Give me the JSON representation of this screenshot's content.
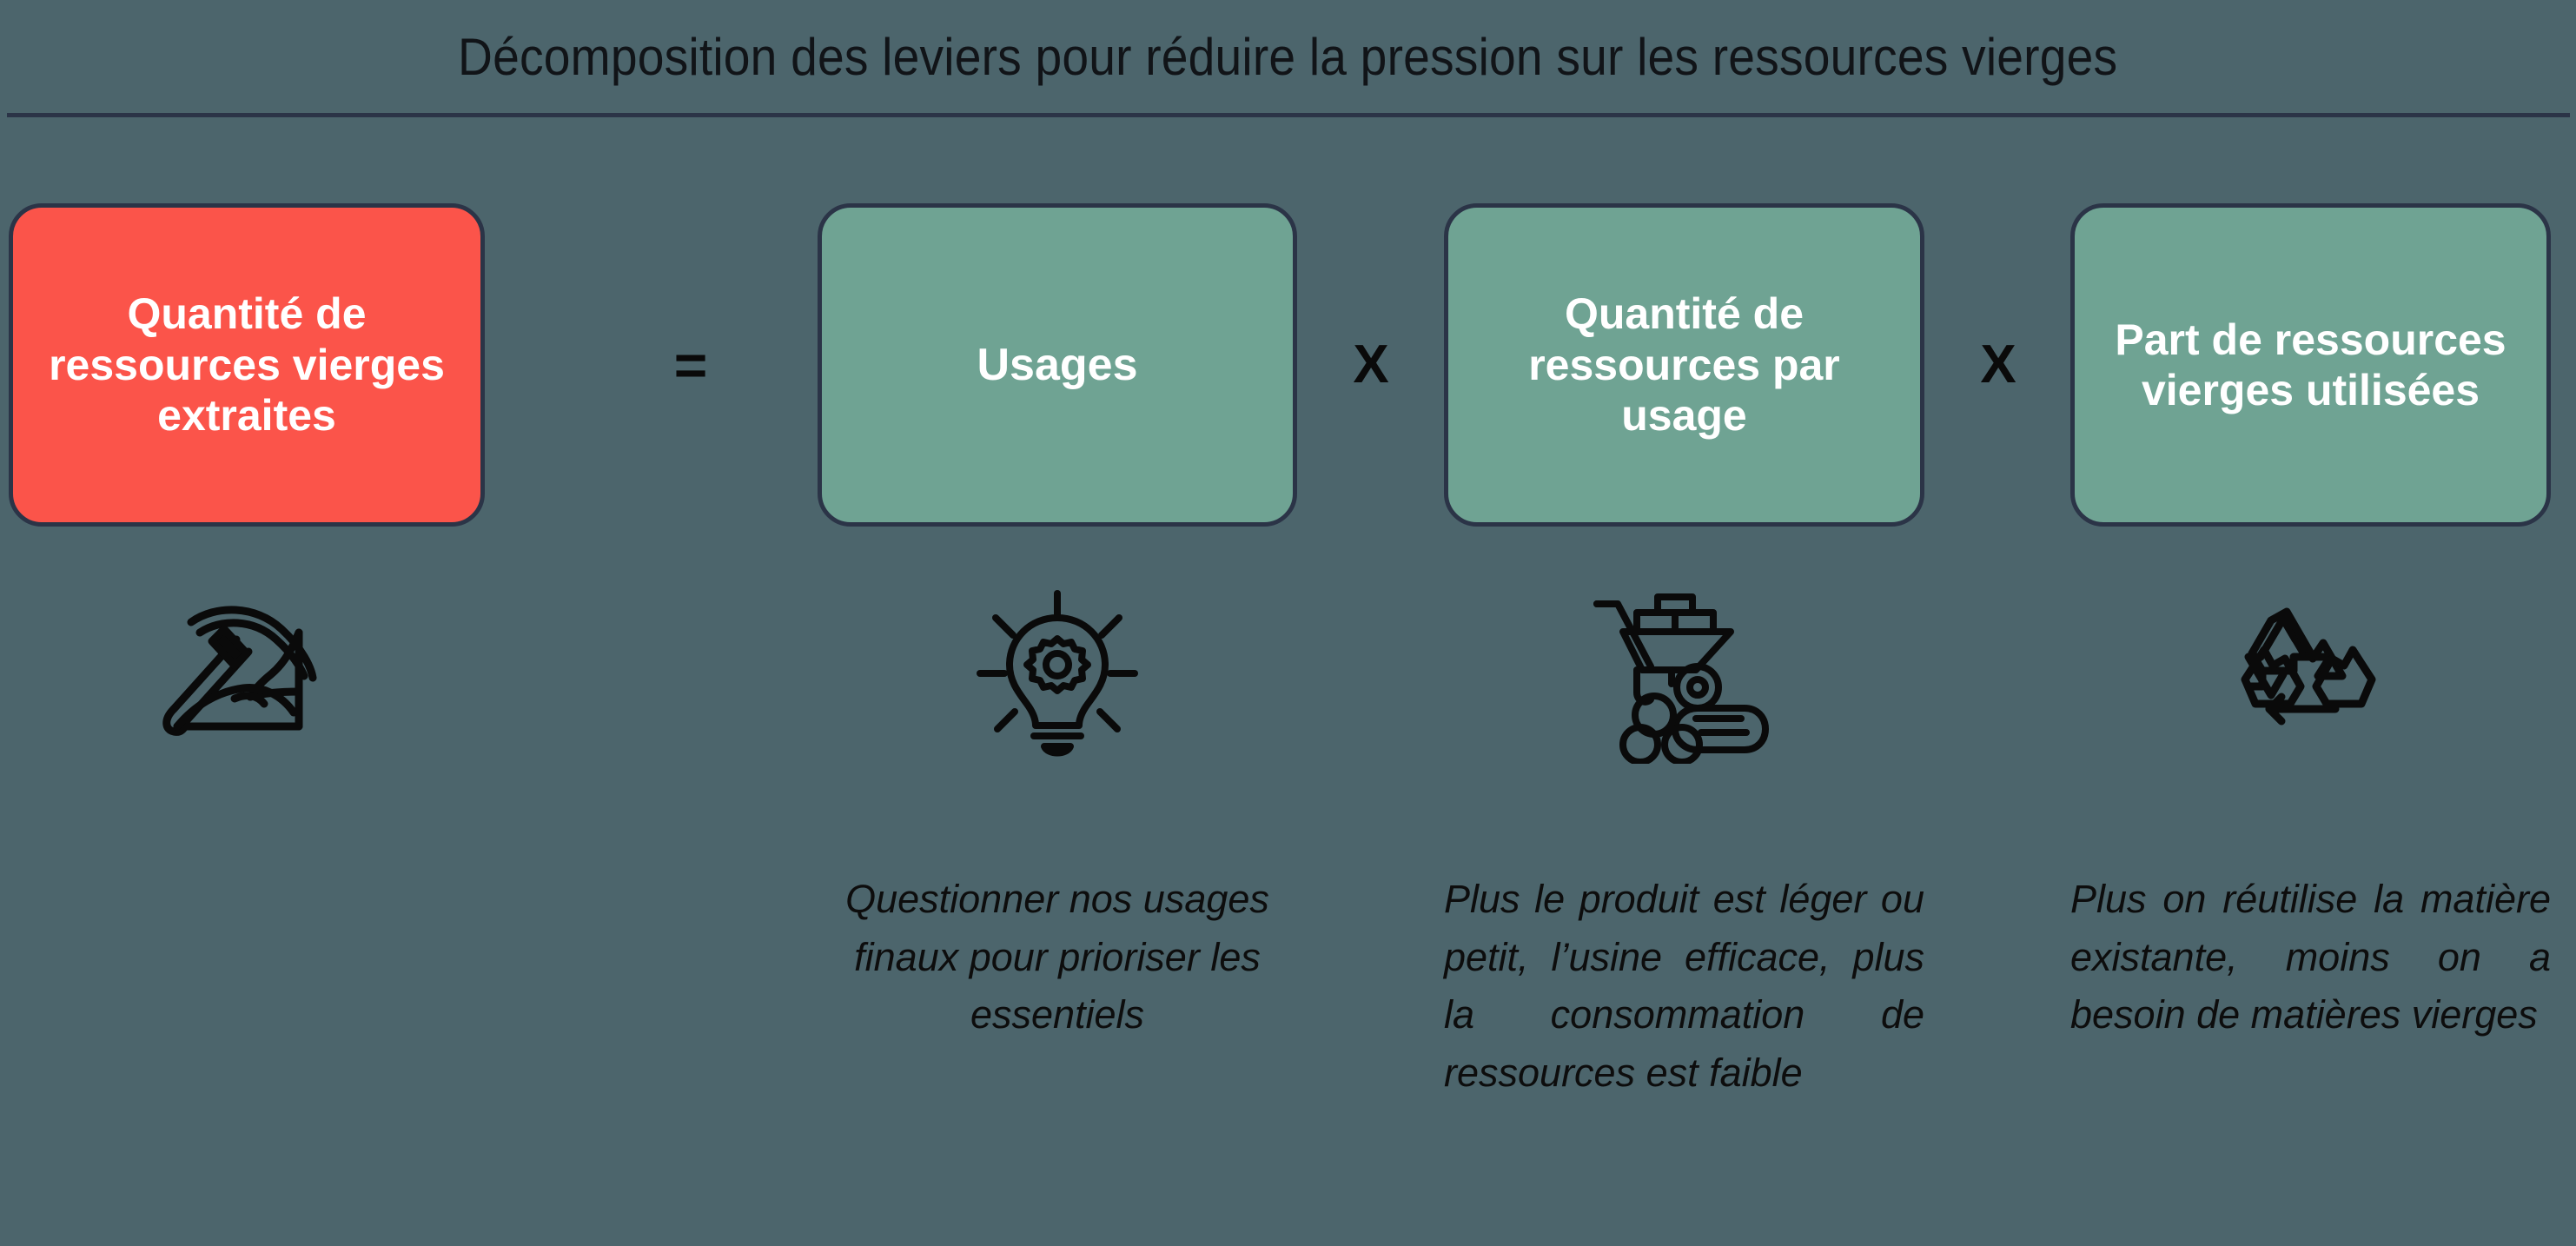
{
  "header": {
    "title": "Décomposition des leviers pour réduire la pression sur les ressources vierges"
  },
  "equation": {
    "result_box": {
      "label": "Quantité de ressources vierges extraites",
      "color": "#fb544a",
      "border_color": "#2b3447",
      "text_color": "#ffffff"
    },
    "operators": {
      "equals": "=",
      "times_1": "X",
      "times_2": "X"
    },
    "factors": [
      {
        "label": "Usages",
        "color": "#6fa393",
        "icon": "lightbulb-gear-icon",
        "caption": "Questionner nos usages finaux pour prioriser les essentiels"
      },
      {
        "label": "Quantité de ressources par usage",
        "color": "#6fa393",
        "icon": "wheelbarrow-logs-icon",
        "caption": "Plus le produit est léger ou petit, l’usine efficace, plus la consommation de ressources est faible"
      },
      {
        "label": "Part de ressources vierges utilisées",
        "color": "#6fa393",
        "icon": "recycle-icon",
        "caption": "Plus on réutilise la matière existante, moins on a besoin de matières vierges"
      }
    ],
    "result_icon": "pickaxe-rock-icon"
  },
  "colors": {
    "background": "#4c656c",
    "accent_red": "#fb544a",
    "accent_green": "#6fa393",
    "outline_navy": "#2b3447",
    "icon_black": "#0a0a0a"
  }
}
